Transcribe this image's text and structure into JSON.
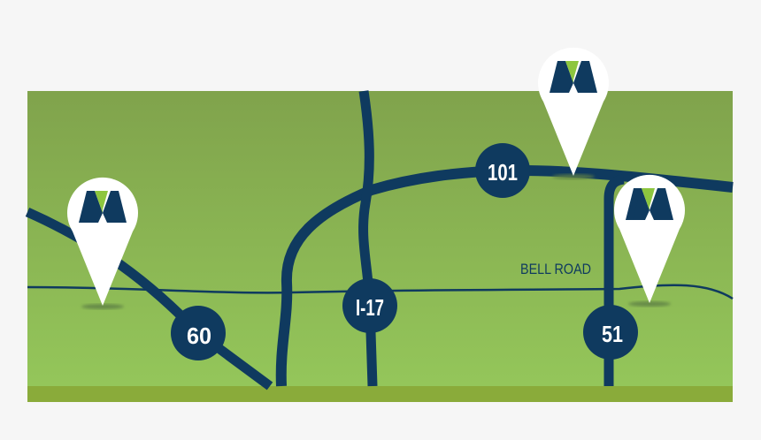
{
  "colors": {
    "road": "#0f3a5f",
    "map_top": "#80a34c",
    "map_bottom": "#94c65a",
    "ground": "#8aab3a",
    "pin": "#ffffff",
    "logo_navy": "#0f3a5f",
    "logo_green": "#8dc63f"
  },
  "highways": [
    {
      "id": "60",
      "label": "60"
    },
    {
      "id": "101",
      "label": "101"
    },
    {
      "id": "i17",
      "label": "I-17"
    },
    {
      "id": "51",
      "label": "51"
    }
  ],
  "streets": [
    {
      "label": "BELL ROAD"
    }
  ],
  "pins": [
    {
      "icon": "mv-logo-pin-icon"
    },
    {
      "icon": "mv-logo-pin-icon"
    },
    {
      "icon": "mv-logo-pin-icon"
    }
  ]
}
